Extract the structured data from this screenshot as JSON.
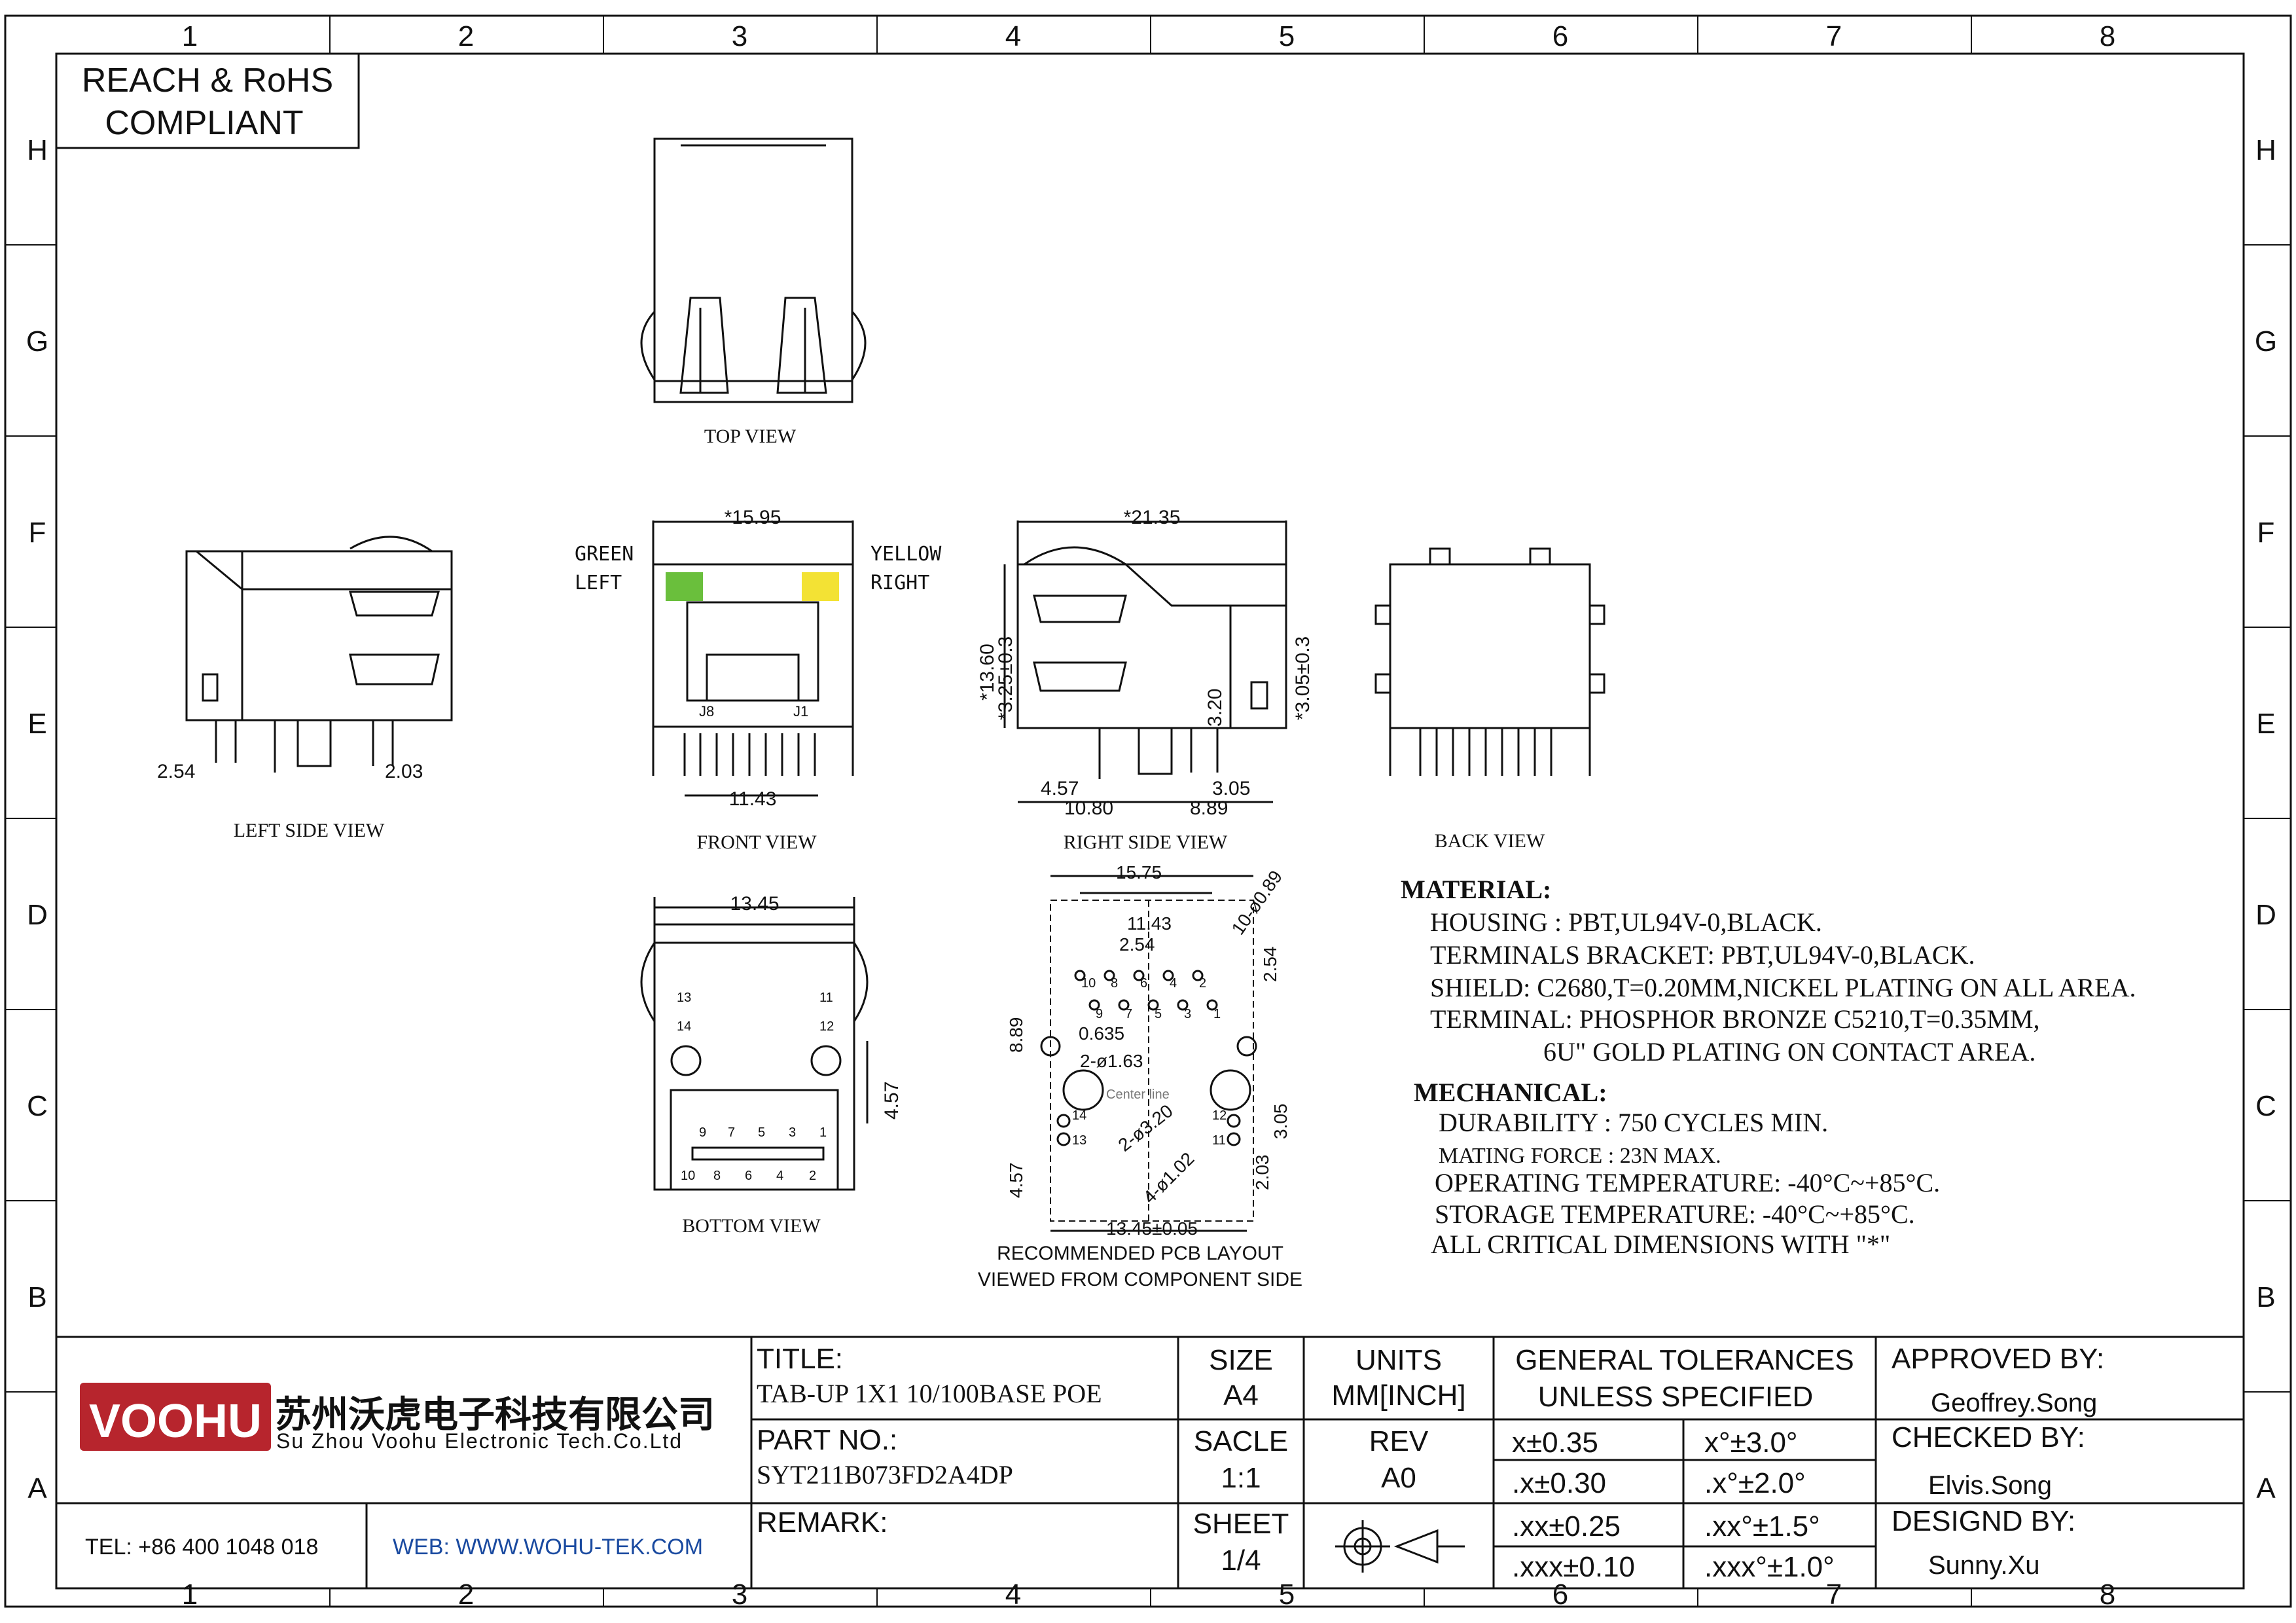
{
  "border": {
    "columns": [
      "1",
      "2",
      "3",
      "4",
      "5",
      "6",
      "7",
      "8"
    ],
    "rows": [
      "H",
      "G",
      "F",
      "E",
      "D",
      "C",
      "B",
      "A"
    ]
  },
  "compliance": {
    "line1": "REACH & RoHS",
    "line2": "COMPLIANT"
  },
  "views": {
    "top": "TOP VIEW",
    "left_side": "LEFT SIDE VIEW",
    "front": "FRONT VIEW",
    "right_side": "RIGHT SIDE VIEW",
    "back": "BACK VIEW",
    "bottom": "BOTTOM VIEW",
    "pcb_line1": "RECOMMENDED PCB LAYOUT",
    "pcb_line2": "VIEWED FROM COMPONENT SIDE"
  },
  "leds": {
    "green_label": "GREEN",
    "left_label": "LEFT",
    "yellow_label": "YELLOW",
    "right_label": "RIGHT",
    "green_color": "#6abf3c",
    "yellow_color": "#f3e234"
  },
  "pins": {
    "j8": "J8",
    "j1": "J1",
    "bottom_top_row": [
      "9",
      "7",
      "5",
      "3",
      "1"
    ],
    "bottom_bottom_row": [
      "10",
      "8",
      "6",
      "4",
      "2"
    ],
    "side": [
      "13",
      "14",
      "11",
      "12"
    ],
    "pcb_top": [
      "10",
      "8",
      "6",
      "4",
      "2"
    ],
    "pcb_mid": [
      "9",
      "7",
      "5",
      "3",
      "1"
    ],
    "pcb_side": [
      "14",
      "13",
      "12",
      "11"
    ]
  },
  "dimensions": {
    "front_width": "*15.95",
    "front_pitch": "11.43",
    "left_a": "2.54",
    "left_b": "2.03",
    "right_width": "*21.35",
    "right_h1": "*13.60",
    "right_h2": "*3.25±0.3",
    "right_h3": "3.20",
    "right_h4": "*3.05±0.3",
    "right_a": "4.57",
    "right_b": "3.05",
    "right_c": "10.80",
    "right_d": "8.89",
    "bottom_width": "13.45",
    "bottom_h": "4.57",
    "pcb_w1": "15.75",
    "pcb_w2": "11.43",
    "pcb_w3": "2.54",
    "pcb_hole1": "10-ø0.89",
    "pcb_h1": "2.54",
    "pcb_v1": "8.89",
    "pcb_d1": "0.635",
    "pcb_d2": "2-ø1.63",
    "pcb_center": "Center line",
    "pcb_d3": "2-ø3.20",
    "pcb_v2": "3.05",
    "pcb_d4": "4-ø1.02",
    "pcb_v3": "4.57",
    "pcb_v4": "2.03",
    "pcb_w4": "13.45±0.05"
  },
  "material": {
    "heading": "MATERIAL:",
    "lines": [
      "HOUSING : PBT,UL94V-0,BLACK.",
      "TERMINALS BRACKET: PBT,UL94V-0,BLACK.",
      "SHIELD: C2680,T=0.20MM,NICKEL PLATING ON ALL AREA.",
      "TERMINAL: PHOSPHOR BRONZE C5210,T=0.35MM,",
      "6U\" GOLD PLATING ON CONTACT AREA."
    ]
  },
  "mechanical": {
    "heading": "MECHANICAL:",
    "lines": [
      "DURABILITY : 750 CYCLES MIN.",
      "MATING FORCE : 23N MAX.",
      "OPERATING TEMPERATURE: -40°C~+85°C.",
      "STORAGE TEMPERATURE: -40°C~+85°C.",
      "ALL CRITICAL DIMENSIONS WITH \"*\""
    ]
  },
  "title_block": {
    "logo": "VOOHU",
    "company_cn": "苏州沃虎电子科技有限公司",
    "company_en": "Su Zhou Voohu Electronic Tech.Co.Ltd",
    "tel": "TEL: +86 400 1048 018",
    "web": "WEB: WWW.WOHU-TEK.COM",
    "title_label": "TITLE:",
    "title_value": "TAB-UP 1X1 10/100BASE POE",
    "part_label": "PART NO.:",
    "part_value": "SYT211B073FD2A4DP",
    "remark_label": "REMARK:",
    "size_label": "SIZE",
    "size_value": "A4",
    "units_label": "UNITS",
    "units_value": "MM[INCH]",
    "scale_label": "SACLE",
    "scale_value": "1:1",
    "rev_label": "REV",
    "rev_value": "A0",
    "sheet_label": "SHEET",
    "sheet_value": "1/4",
    "tol_line1": "GENERAL TOLERANCES",
    "tol_line2": "UNLESS SPECIFIED",
    "tolerances": [
      [
        "x±0.35",
        "x°±3.0°"
      ],
      [
        ".x±0.30",
        ".x°±2.0°"
      ],
      [
        ".xx±0.25",
        ".xx°±1.5°"
      ],
      [
        ".xxx±0.10",
        ".xxx°±1.0°"
      ]
    ],
    "approved_label": "APPROVED BY:",
    "approved_value": "Geoffrey.Song",
    "checked_label": "CHECKED BY:",
    "checked_value": "Elvis.Song",
    "designed_label": "DESIGND BY:",
    "designed_value": "Sunny.Xu",
    "logo_color": "#b7252d"
  }
}
